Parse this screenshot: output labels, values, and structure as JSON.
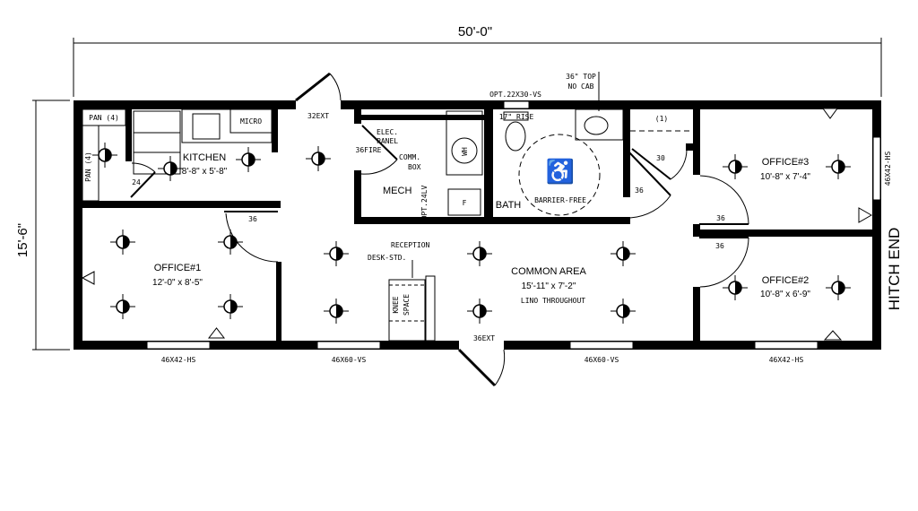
{
  "dimensions": {
    "width": "50'-0\"",
    "height": "15'-6\"",
    "hitch": "HITCH END"
  },
  "rooms": {
    "kitchen": {
      "name": "KITCHEN",
      "size": "8'-8\" x 5'-8\""
    },
    "office1": {
      "name": "OFFICE#1",
      "size": "12'-0\" x 8'-5\""
    },
    "office2": {
      "name": "OFFICE#2",
      "size": "10'-8\" x 6'-9\""
    },
    "office3": {
      "name": "OFFICE#3",
      "size": "10'-8\" x 7'-4\""
    },
    "common": {
      "name": "COMMON AREA",
      "size": "15'-11\" x 7'-2\"",
      "note": "LINO THROUGHOUT"
    },
    "mech": {
      "name": "MECH"
    },
    "bath": {
      "name": "BATH",
      "note": "BARRIER-FREE"
    }
  },
  "labels": {
    "pan_top": "PAN (4)",
    "pan_side": "PAN (4)",
    "micro": "MICRO",
    "door_32ext": "32EXT",
    "door_36fire": "36FIRE",
    "door_36ext": "36EXT",
    "door_24": "24",
    "door_36_office1": "36",
    "door_36_bath": "36",
    "door_30": "30",
    "door_36_office3": "36",
    "door_36_office2": "36",
    "elec_panel_1": "ELEC.",
    "elec_panel_2": "PANEL",
    "comm_box_1": "COMM.",
    "comm_box_2": "BOX",
    "wh": "WH",
    "furnace": "F",
    "opt_24lv": "OPT.24LV",
    "opt_window": "OPT.22X30-VS",
    "top_1": "36\" TOP",
    "top_2": "NO CAB",
    "rise": "17\" RISE",
    "shelf": "(1)",
    "reception_1": "RECEPTION",
    "reception_2": "DESK-STD.",
    "knee_1": "KNEE",
    "knee_2": "SPACE"
  },
  "windows": [
    "46X42-HS",
    "46X60-VS",
    "46X60-VS",
    "46X42-HS",
    "46X42-HS"
  ]
}
